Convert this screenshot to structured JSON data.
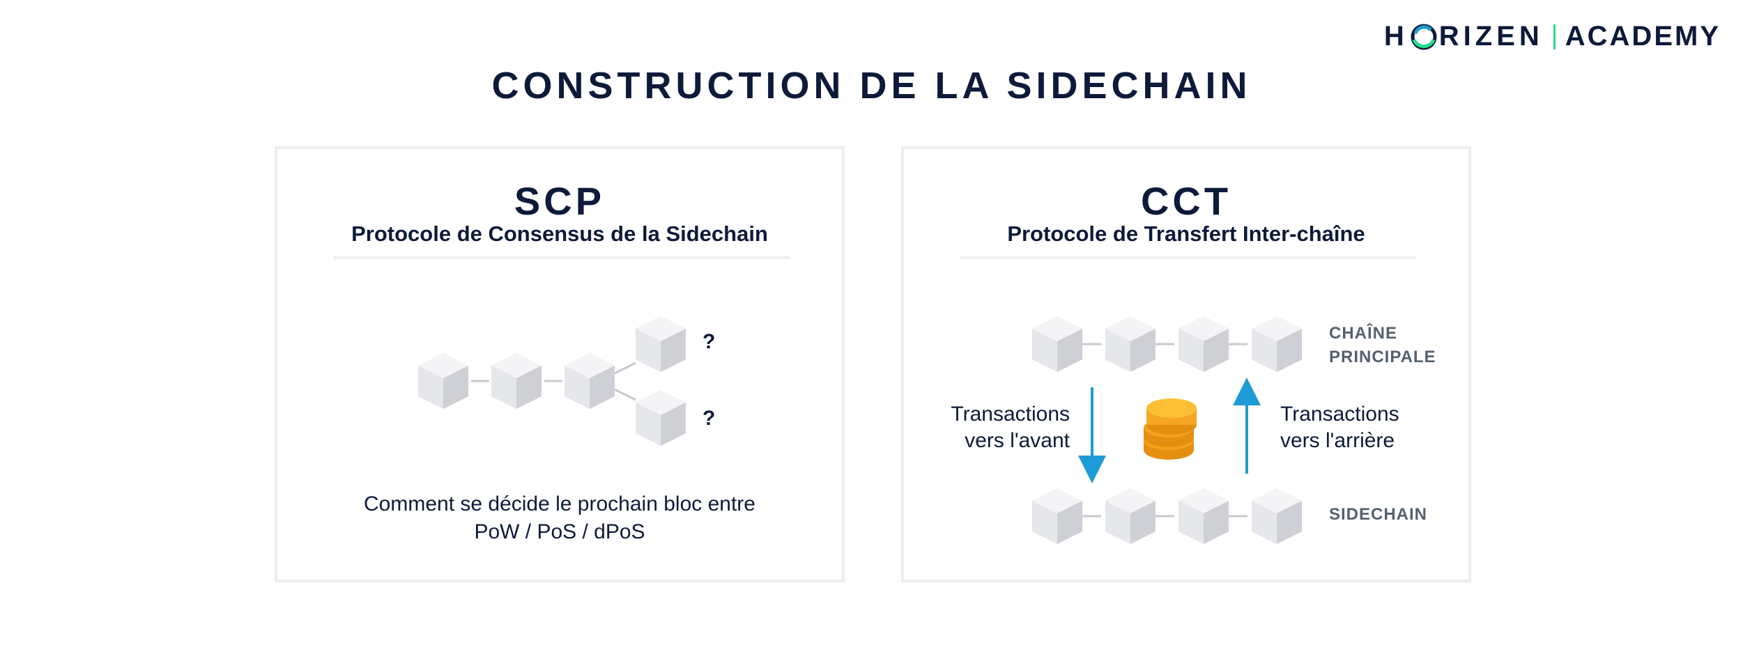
{
  "logo": {
    "left_text": "H",
    "right_text": "RIZEN",
    "academy": "ACADEMY"
  },
  "title": "CONSTRUCTION DE LA SIDECHAIN",
  "panels": [
    {
      "heading": "SCP",
      "subtitle": "Protocole de Consensus de la Sidechain",
      "question_marks": [
        "?",
        "?"
      ],
      "caption_lines": [
        "Comment se décide le prochain bloc entre",
        "PoW / PoS / dPoS"
      ]
    },
    {
      "heading": "CCT",
      "subtitle": "Protocole de Transfert Inter-chaîne",
      "mainchain_label_lines": [
        "CHAÎNE",
        "PRINCIPALE"
      ],
      "sidechain_label": "SIDECHAIN",
      "forward_lines": [
        "Transactions",
        "vers l'avant"
      ],
      "backward_lines": [
        "Transactions",
        "vers l'arrière"
      ]
    }
  ],
  "colors": {
    "navy": "#0e1a3a",
    "arrow_blue": "#1e9ad6",
    "coin": "#f5a623",
    "block_top": "#f3f3f5",
    "block_side": "#d8d9de",
    "label_gray": "#55606f"
  }
}
